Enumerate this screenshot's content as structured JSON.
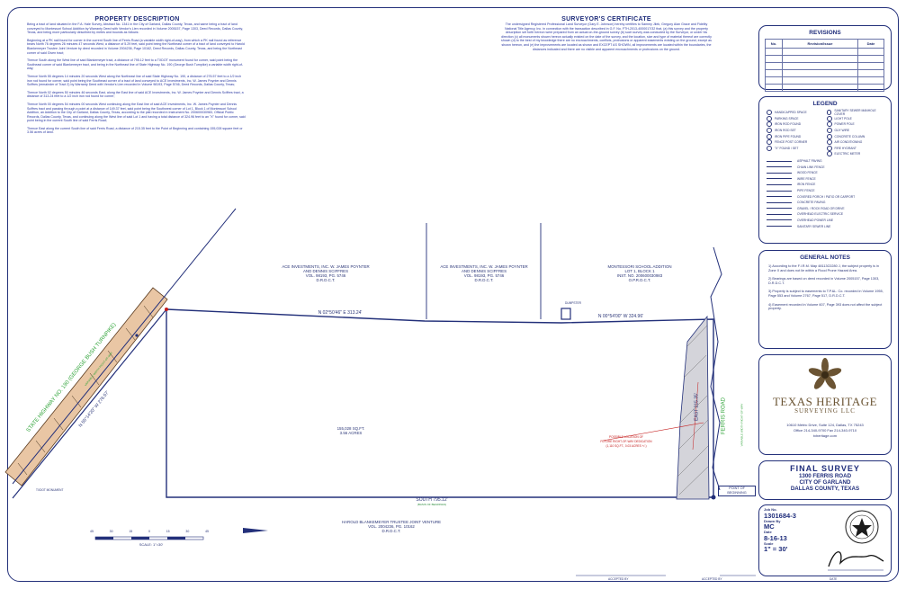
{
  "property_description": {
    "heading": "PROPERTY DESCRIPTION",
    "paragraphs": [
      "Being a tract of land situated in the F.A. Hale Survey, Abstract No. 1341 in the City of Garland, Dallas County, Texas, and same being a tract of land conveyed to Montessori School Addition by Warranty Deed with Vendor's Lien recorded in Volume 2005157, Page 1303, Deed Records, Dallas County, Texas, and being more particularly described by metes and bounds as follows:",
      "Beginning at a PK nail found for corner in the current South line of Ferris Road (a variable width right-of-way), from which a PK nail found as reference bears North 76 degrees 26 minutes 47 seconds West, a distance of 5.29 feet, said point being the Northeast corner of a tract of land conveyed to Harold Blankemeyer Trustee Joint Venture by deed recorded in Volume 2004236, Page 10162, Deed Records, Dallas County, Texas, and being the Northeast corner of said Given tract;",
      "Thence South along the West line of said Blankemeyer tract, a distance of 795.12 feet to a TXDOT monument found for corner, said point being the Southeast corner of said Blankemeyer tract, and being in the Northeast line of State Highway No. 190 (George Bush Turnpike) a variable width right-of-way;",
      "Thence North 55 degrees 14 minutes 20 seconds West along the Northeast line of said State Highway No. 190, a distance of 276.57 feet to a 1/2 inch iron rod found for corner, said point being the Southeast corner of a tract of land conveyed to ACE Investments, Inc. W. James Poynter and Dennis Sciffres (remainder of Tract 2) by Warranty Deed with Vendor's Lien recorded in Volume 98193, Page 5746, Deed Records, Dallas County, Texas;",
      "Thence North 02 degrees 50 minutes 46 seconds East, along the East line of said ACE Investments, Inc. W. James Poynter and Dennis Sciffres tract, a distance of 313.24 feet to a 1/2 inch iron rod found for corner;",
      "Thence North 00 degrees 54 minutes 00 seconds West continuing along the East line of said ACE Investments, Inc. W. James Poynter and Dennis Sciffres tract and passing through a point at a distance of 149.37 feet, said point being the Southwest corner of Lot 1, Block 1 of Montessori School Addition, an Addition to the City of Garland, Dallas County, Texas, according to the plat recorded in Instrument No. 200600030983, Official Public Records, Dallas County, Texas, and continuing along the West line of said Lot 1 and having a total distance of 324.96 feet to an \"X\" found for corner, said point being in the current South line of said Ferris Road;",
      "Thence East along the current South line of said Ferris Road, a distance of 215.35 feet to the Point of Beginning and containing 155,028 square feet or 3.56 acres of land."
    ]
  },
  "surveyor_certificate": {
    "heading": "SURVEYOR'S CERTIFICATE",
    "paragraphs": [
      "The undersigned Registered Professional Land Surveyor (Gary E. Johnson) hereby certifies to Sammy Jilek, Gregory Alan Grace and Fidelity National Title Agency, Inc. in connection with the transaction described in G.F. No. FTH-2013-4000017/32 that, (a) this survey and the property description set forth hereon were prepared from an actual on-the-ground survey (b) such survey was conducted by the Surveyor, or under his direction (c) all monuments shown hereon actually existed on the date of the survey, and the location, size and type of material thereof are correctly shown (d) to the best of my knowledge there are no encroachments, conflicts, protrusions or apparent easements existing on the ground, except as shown hereon, and (e) the improvements are located as shown and EXCEPT AS SHOWN, all improvements are located within the boundaries, the distances indicated and there are no visible and apparent encroachments or protrusions on the ground."
    ]
  },
  "revisions": {
    "heading": "REVISIONS",
    "columns": [
      "No.",
      "Revision/Issue",
      "Date"
    ],
    "row_count": 6
  },
  "legend": {
    "heading": "LEGEND",
    "point_items_left": [
      "HANDICAPPED SPACE",
      "PARKING SPACE",
      "IRON ROD FOUND",
      "IRON ROD SET",
      "IRON PIPE FOUND",
      "FENCE POST CORNER",
      "\"X\" FOUND / SET"
    ],
    "point_items_right": [
      "SANITARY SEWER MANHOLE COVER",
      "LIGHT POLE",
      "POWER POLE",
      "GUY WIRE",
      "CONCRETE COLUMN",
      "AIR CONDITIONING",
      "FIRE HYDRANT",
      "ELECTRIC METER"
    ],
    "line_items": [
      "ASPHALT PAVING",
      "CHAIN LINK FENCE",
      "WOOD FENCE",
      "WIRE FENCE",
      "IRON FENCE",
      "PIPE FENCE",
      "COVERED PORCH / PATIO OR CARPORT",
      "CONCRETE PAVING",
      "GRAVEL / ROCK ROAD OR DRIVE",
      "OVERHEAD ELECTRIC SERVICE",
      "OVERHEAD POWER LINE",
      "SANITARY SEWER LINE"
    ]
  },
  "general_notes": {
    "heading": "GENERAL NOTES",
    "notes": [
      "1) According to the F.I.R.M. Map 48113C0280 J, the subject property is in Zone X and does not lie within a Flood Prone Hazard Area.",
      "2) Bearings are based on deed recorded in Volume 2005157, Page 1303, D.R.D.C.T.",
      "3) Property is subject to easements to T.P.&L. Co. recorded in Volume 1955, Page 553 and Volume 2767, Page 517, D.R.D.C.T.",
      "4) Easement recorded in Volume 607, Page 393 does not affect the subject property."
    ]
  },
  "company": {
    "name_line1": "TEXAS HERITAGE",
    "name_line2": "SURVEYING LLC",
    "address": "10610 Metric Drive, Suite 124, Dallas, TX 75243",
    "phone": "Office 214-340-9700 Fax 214-340-9710",
    "website": "txheritage.com"
  },
  "title_block": {
    "heading": "FINAL SURVEY",
    "address_line": "1300 FERRIS ROAD",
    "city_line": "CITY OF GARLAND",
    "county_line": "DALLAS COUNTY, TEXAS",
    "job_no_label": "Job No.",
    "job_no": "1301684-3",
    "drawn_label": "Drawn By",
    "drawn": "MC",
    "date_label": "Date",
    "date": "8-16-13",
    "scale_label": "Scale",
    "scale": "1\" = 30'"
  },
  "plan": {
    "north_lot_left": [
      "ACE INVESTMENTS, INC. W. JAMES POYNTER",
      "AND DENNIS SCIFFRES",
      "VOL. 98193, PG. 5746",
      "D.R.D.C.T."
    ],
    "north_lot_mid": [
      "ACE INVESTMENTS, INC. W. JAMES POYNTER",
      "AND DENNIS SCIFFRES",
      "VOL. 98193, PG. 5746",
      "D.R.D.C.T."
    ],
    "north_lot_right": [
      "MONTESSORI SCHOOL ADDITION",
      "LOT 1, BLOCK 1",
      "INST. NO. 200600030983",
      "O.P.R.D.C.T."
    ],
    "south_lot": [
      "HAROLD BLANKEMEYER TRUSTEE JOINT VENTURE",
      "VOL. 2004236, PG. 10162",
      "D.R.D.C.T."
    ],
    "area": [
      "155,028 SQ.FT.",
      "3.56 ACRES"
    ],
    "bearing_north_west": "N 02°50'46\" E   313.24'",
    "bearing_north_east": "N 00°54'00\" W   324.96'",
    "bearing_south": "SOUTH   795.12'",
    "bearing_south_sub": "(BASIS OF BEARINGS)",
    "bearing_hwy": "N 55°14'20\" W   276.57'",
    "bearing_east": "EAST   215.35'",
    "highway_label": "STATE HIGHWAY NO. 190 (GEORGE BUSH TURNPIKE)",
    "highway_sub": "VARIABLE WIDTH RIGHT-OF-WAY",
    "ferris_label": "FERRIS ROAD",
    "ferris_sub": "VARIABLE WIDTH RIGHT-OF-WAY",
    "pob": [
      "POINT OF",
      "BEGINNING"
    ],
    "easement_note": [
      "POSSIBLE LOCATION OF",
      "FUTURE RIGHT-OF-WAY DEDICATION",
      "(1,110 SQ.FT., 0.03 ACRES +/-)"
    ],
    "dumpster": "DUMPSTER",
    "txdot_mon": "TXDOT MONUMENT",
    "scale_text": "SCALE: 1\"=30'",
    "scale_ticks": [
      "45",
      "30",
      "15",
      "0",
      "15",
      "30",
      "45"
    ]
  },
  "footer": {
    "accepted_by": "ACCEPTED BY",
    "accepted_by_2": "ACCEPTED BY",
    "date": "DATE"
  }
}
